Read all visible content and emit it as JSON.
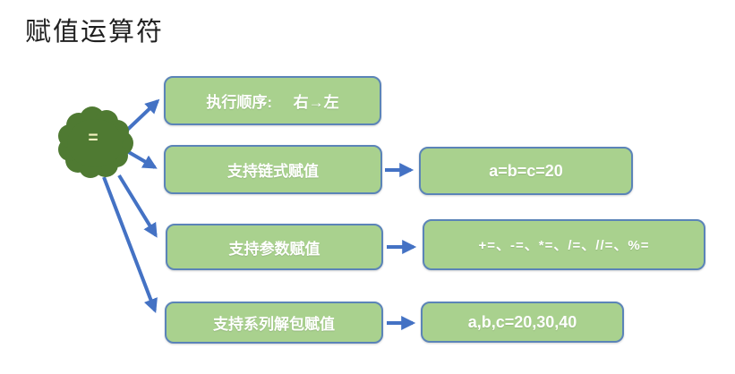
{
  "title": "赋值运算符",
  "cloud": {
    "label": "="
  },
  "rows": [
    {
      "label": "执行顺序:     右→左"
    },
    {
      "label": "支持链式赋值",
      "value": "a=b=c=20"
    },
    {
      "label": "支持参数赋值",
      "value": "+=、-=、*=、/=、//=、%="
    },
    {
      "label": "支持系列解包赋值",
      "value": "a,b,c=20,30,40"
    }
  ],
  "colors": {
    "box_fill": "#a9d18e",
    "box_border": "#5b84b8",
    "arrow_blue": "#4472c4",
    "cloud_green": "#4f7a32",
    "box_text": "#ffffff",
    "cloud_text": "#f5f2c0",
    "title_text": "#1f1f1f"
  }
}
